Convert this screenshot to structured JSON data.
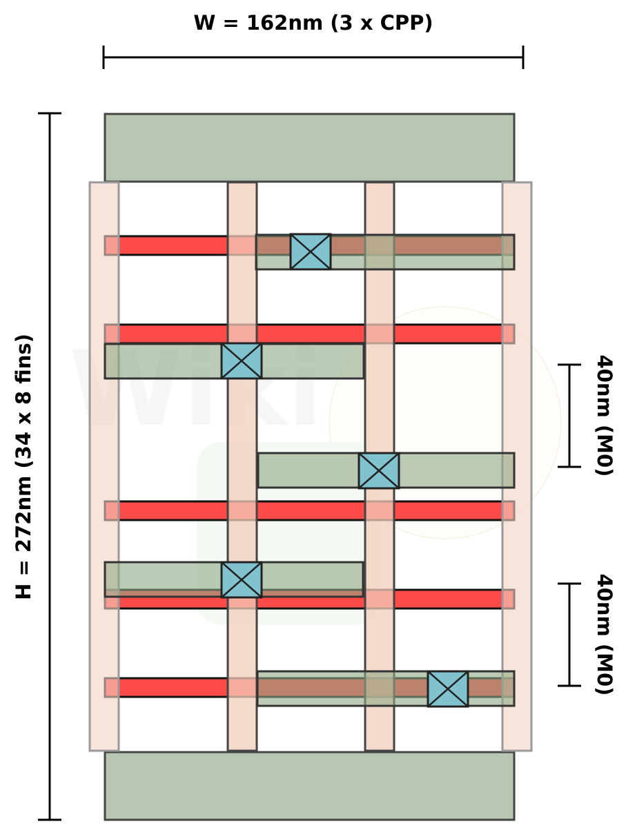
{
  "labels": {
    "width": "W = 162nm (3 x CPP)",
    "height": "H = 272nm (34 x 8 fins)",
    "m0_pitch_upper": "40nm (M0)",
    "m0_pitch_lower": "40nm (M0)"
  },
  "colors": {
    "power_rail": "#b9c6b1",
    "gate_poly": "#f2d3c5",
    "dummy_gate": "#f6e2d9",
    "m0_track": "#ff4a4a",
    "active_pad": "#a7b89d",
    "via": "#80c3cf",
    "outline": "#222222"
  }
}
